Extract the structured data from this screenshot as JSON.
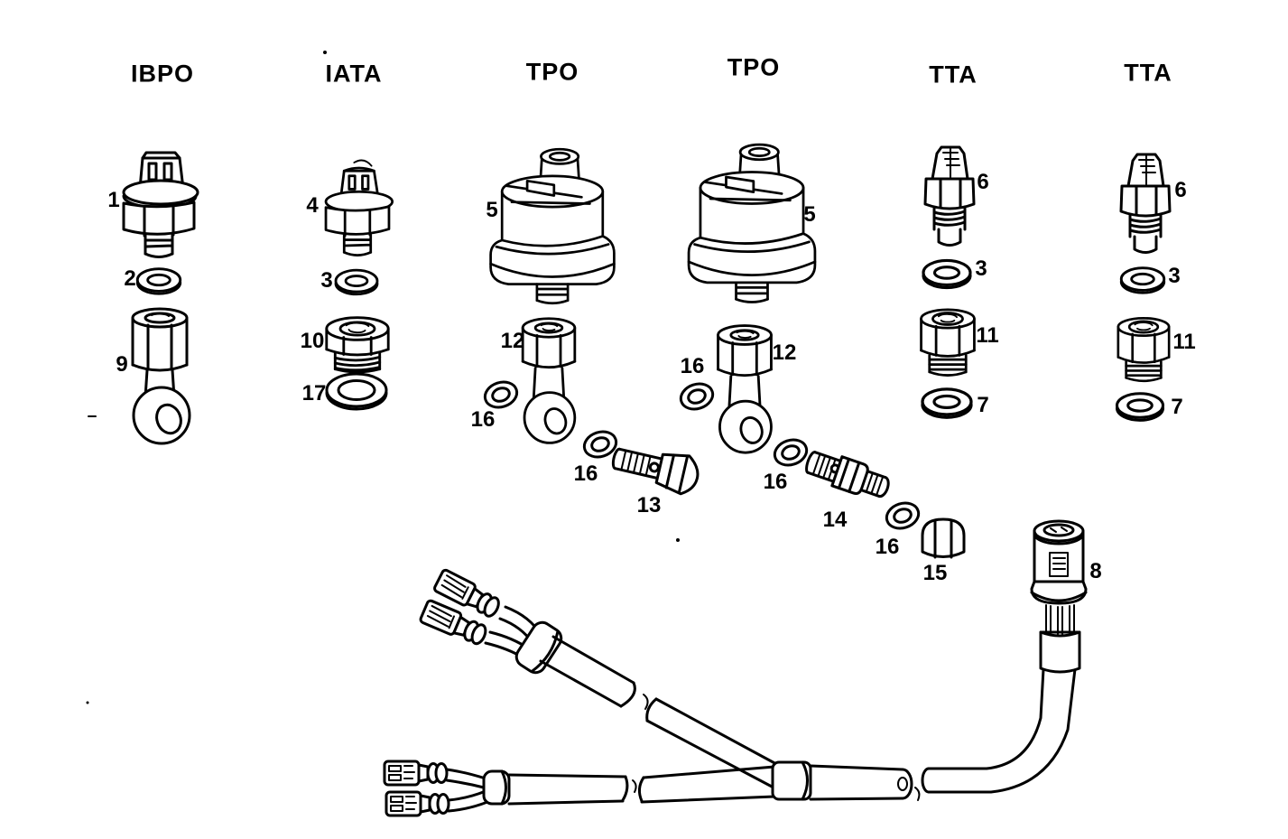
{
  "doc": {
    "background_color": "#ffffff",
    "line_color": "#000000",
    "kind": "exploded parts diagram"
  },
  "headers": [
    {
      "label": "IBPO"
    },
    {
      "label": "IATA"
    },
    {
      "label": "TPO"
    },
    {
      "label": "TPO"
    },
    {
      "label": "TTA"
    },
    {
      "label": "TTA"
    }
  ],
  "callouts": [
    {
      "num": "1"
    },
    {
      "num": "2"
    },
    {
      "num": "9"
    },
    {
      "num": "4"
    },
    {
      "num": "3"
    },
    {
      "num": "10"
    },
    {
      "num": "17"
    },
    {
      "num": "5"
    },
    {
      "num": "12"
    },
    {
      "num": "16"
    },
    {
      "num": "16"
    },
    {
      "num": "13"
    },
    {
      "num": "5"
    },
    {
      "num": "16"
    },
    {
      "num": "12"
    },
    {
      "num": "16"
    },
    {
      "num": "14"
    },
    {
      "num": "16"
    },
    {
      "num": "15"
    },
    {
      "num": "6"
    },
    {
      "num": "3"
    },
    {
      "num": "11"
    },
    {
      "num": "7"
    },
    {
      "num": "6"
    },
    {
      "num": "3"
    },
    {
      "num": "11"
    },
    {
      "num": "7"
    },
    {
      "num": "8"
    }
  ]
}
